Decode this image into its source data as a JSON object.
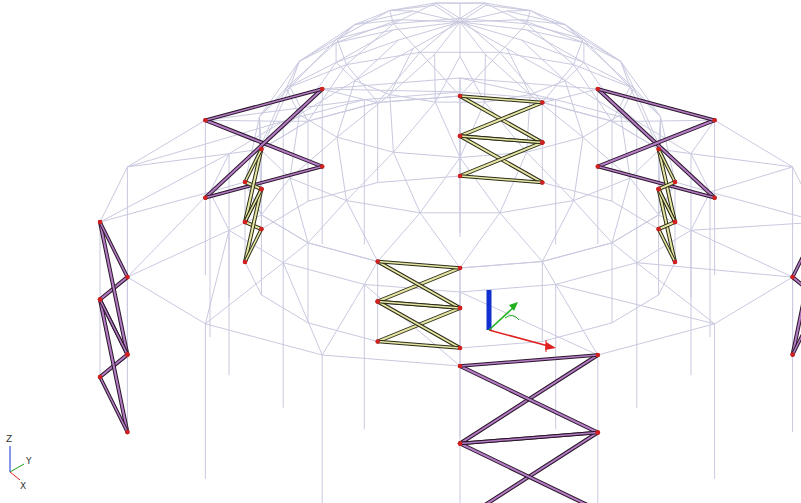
{
  "diagram": {
    "labels": [
      "Z",
      "Y",
      "X"
    ]
  }
}
